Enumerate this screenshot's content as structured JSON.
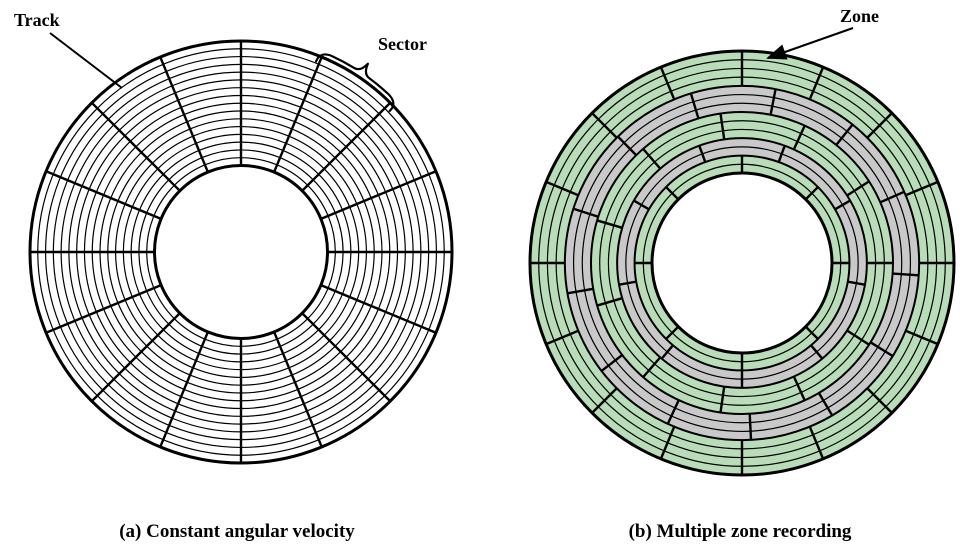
{
  "labels": {
    "track": "Track",
    "sector": "Sector",
    "zone": "Zone"
  },
  "captions": {
    "a": "(a) Constant angular velocity",
    "b": "(b) Multiple zone recording"
  },
  "colors": {
    "line": "#000000",
    "background": "#ffffff",
    "zone_green": "#b9dcb9",
    "zone_gray": "#c9c9c9"
  },
  "cav_disk": {
    "tracks": 16,
    "sectors": 16,
    "hole_ratio": 0.41
  },
  "mzr_disk": {
    "zones": [
      {
        "name": "zone-1",
        "fill": "zone_green",
        "tracks": 4,
        "sectors": 16,
        "angle_offset": 0
      },
      {
        "name": "zone-2",
        "fill": "zone_gray",
        "tracks": 3,
        "sectors": 13,
        "angle_offset": 4
      },
      {
        "name": "zone-3",
        "fill": "zone_green",
        "tracks": 3,
        "sectors": 11,
        "angle_offset": 0
      },
      {
        "name": "zone-4",
        "fill": "zone_gray",
        "tracks": 2,
        "sectors": 9,
        "angle_offset": 10
      },
      {
        "name": "zone-5",
        "fill": "zone_green",
        "tracks": 2,
        "sectors": 8,
        "angle_offset": 0
      }
    ]
  }
}
